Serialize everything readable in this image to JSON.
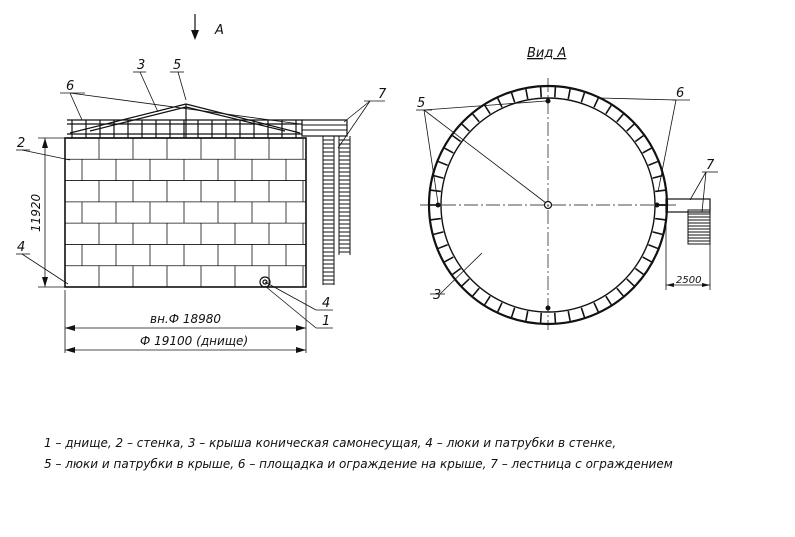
{
  "view_arrow_label": "А",
  "view_title": "Вид А",
  "callouts": {
    "n1": "1",
    "n2": "2",
    "n3": "3",
    "n4": "4",
    "n5": "5",
    "n6": "6",
    "n7": "7"
  },
  "dimensions": {
    "height": "11920",
    "inner_diameter": "вн.Ф 18980",
    "bottom_diameter": "Ф 19100 (днище)",
    "stair_offset": "2500"
  },
  "legend": {
    "line1": "1 – днище, 2 – стенка, 3 – крыша коническая самонесущая, 4 – люки и патрубки в стенке,",
    "line2": "5 – люки и патрубки в крыше, 6 – площадка и ограждение на крыше, 7 – лестница с ограждением"
  }
}
